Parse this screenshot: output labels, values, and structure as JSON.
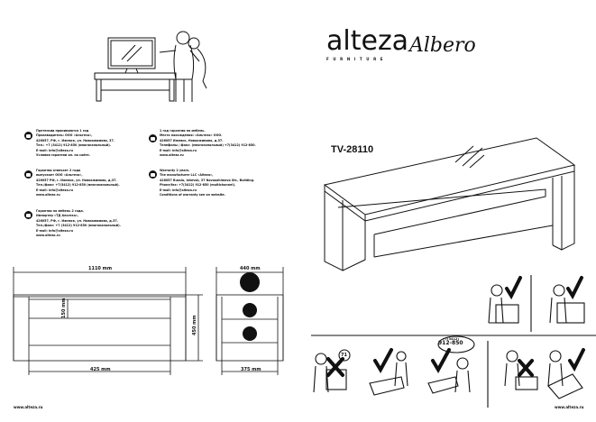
{
  "brand": {
    "name": "alteza",
    "sub": "FURNITURE",
    "collection": "Albero"
  },
  "model": "TV-28110",
  "contacts": [
    {
      "icon": "country-flag-icon",
      "lines": [
        "Претензии принимаются 1 год",
        "Производитель: ООО «Альтеза»,",
        "426057, РФ, г. Ижевск, ул. Новоажимова, 37.",
        "Тел.: +7 (3412) 912-850 (многоканальный).",
        "E-mail: info@alteza.ru",
        "Условия гарантии см. на сайте."
      ]
    },
    {
      "icon": "country-flag-icon",
      "lines": [
        "Гарантия отвечает 2 года",
        "выпускает ООО «Альтеза»,",
        "426057 РФ, г. Ижевск, ул. Новоажимова, д.37.",
        "Тел./факс: +7(3412) 912-850 (многоканальный).",
        "E-mail: info@alteza.ru",
        "www.alteza.ru"
      ]
    },
    {
      "icon": "country-flag-icon",
      "lines": [
        "Гарантия на мебель 2 года.",
        "Импортер «ТД Альтеза»,",
        "426057, РФ, г. Ижевск, ул. Новоажимова, д.37.",
        "Тел./факс: +7 (3412) 912-850 (многоканальный).",
        "E-mail: info@alteza.ru",
        "www.alteza.ru"
      ]
    },
    {
      "icon": "country-flag-icon",
      "lines": [
        "1 год гарантии на мебель.",
        "Место нахождения: «Альтеза» ООО.",
        "426057 Ижевск, Новоажимова, д.37.",
        "Телефоны / факс: (многоканальный) +7(3412) 912-850.",
        "E-mail: info@alteza.ru",
        "www.alteza.ru"
      ]
    },
    {
      "icon": "country-flag-icon",
      "lines": [
        "Warranty 2 years.",
        "The manufacturer LLC «Alteza»,",
        "426057 Russia, Izhevsk, 37 Novoazhimova Str., Building.",
        "Phone/fax: +7(3412) 912-850 (multichannel).",
        "E-mail: info@alteza.ru",
        "Conditions of warranty see on website."
      ]
    }
  ],
  "dimensions": {
    "width": "1110 mm",
    "inner_width": "425 mm",
    "height": "450 mm",
    "shelf": "150 mm",
    "depth": "440 mm",
    "inner_depth": "375 mm"
  },
  "website": "www.alteza.ru",
  "phone_bubble": {
    "prefix": "+7(3412)",
    "number": "912-850"
  },
  "pictogram_number": "71",
  "colors": {
    "ink": "#111111",
    "paper": "#ffffff"
  }
}
